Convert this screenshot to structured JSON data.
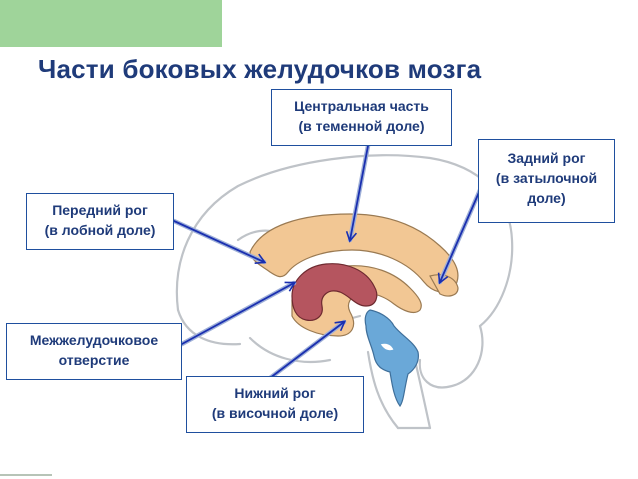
{
  "title": "Части боковых желудочков мозга",
  "labels": {
    "central": {
      "line1": "Центральная часть",
      "line2": "(в теменной доле)"
    },
    "posterior": {
      "line1": "Задний рог",
      "line2": "(в затылочной",
      "line3": "доле)"
    },
    "anterior": {
      "line1": "Передний рог",
      "line2": "(в лобной доле)"
    },
    "foramen": {
      "line1": "Межжелудочковое",
      "line2": "отверстие"
    },
    "inferior": {
      "line1": "Нижний рог",
      "line2": "(в височной доле)"
    }
  },
  "colors": {
    "title": "#1f3b7a",
    "box_border": "#1f4f9e",
    "arrow": "#1a2fb0",
    "ventricle": "#f2c794",
    "third_ventricle": "#b5555f",
    "fourth_ventricle": "#6aa8d8",
    "outline": "#bfc3c8",
    "corner_block": "#9fd49a"
  }
}
